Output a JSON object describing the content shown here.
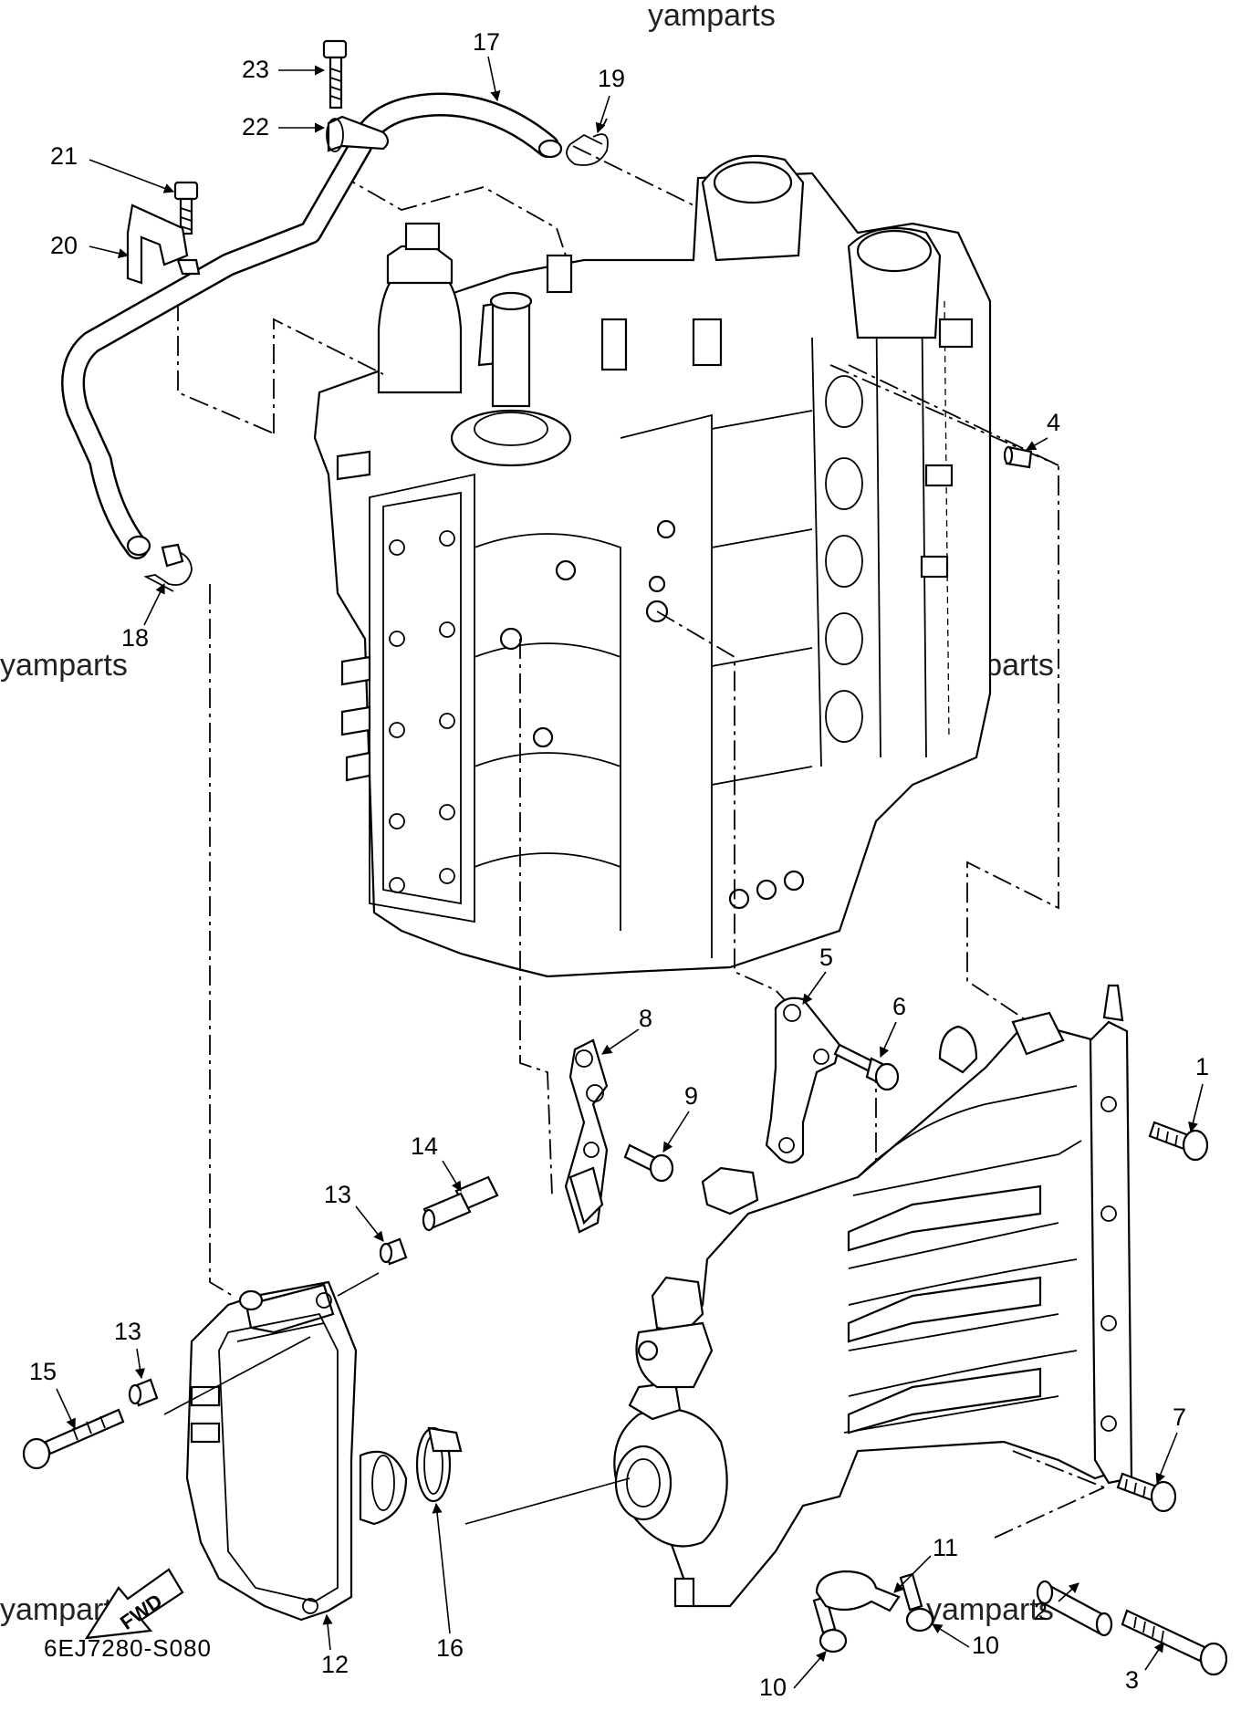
{
  "watermark": "yamparts",
  "diagram_code": "6EJ7280-S080",
  "fwd_arrow_label": "FWD",
  "callouts": {
    "c1": "1",
    "c2": "2",
    "c3": "3",
    "c4": "4",
    "c5": "5",
    "c6": "6",
    "c7": "7",
    "c8": "8",
    "c9": "9",
    "c10a": "10",
    "c10b": "10",
    "c11": "11",
    "c12": "12",
    "c13a": "13",
    "c13b": "13",
    "c14": "14",
    "c15": "15",
    "c16": "16",
    "c17": "17",
    "c18": "18",
    "c19": "19",
    "c20": "20",
    "c21": "21",
    "c22": "22",
    "c23": "23"
  }
}
